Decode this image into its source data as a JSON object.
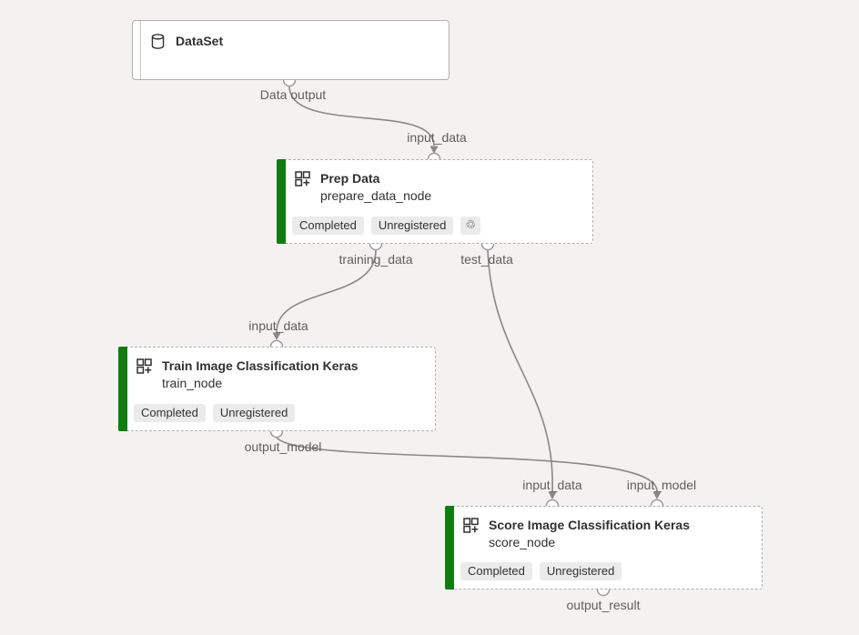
{
  "colors": {
    "background": "#f3f2f1",
    "node_background": "#ffffff",
    "node_border": "#b1afad",
    "accent_green": "#107c10",
    "badge_background": "#ebebeb",
    "text_primary": "#323130",
    "text_port_label": "#605e5c",
    "edge": "#8a8886"
  },
  "icons": {
    "recycle": "♲"
  },
  "nodes": [
    {
      "id": "dataset",
      "title": "DataSet",
      "icon": "database-icon"
    },
    {
      "id": "prep",
      "title": "Prep Data",
      "subtitle": "prepare_data_node",
      "icon": "component-icon",
      "badges": [
        "Completed",
        "Unregistered"
      ],
      "status": "Completed",
      "registration": "Unregistered",
      "reuse_icon": "recycle-icon"
    },
    {
      "id": "train",
      "title": "Train Image Classification Keras",
      "subtitle": "train_node",
      "icon": "component-icon",
      "badges": [
        "Completed",
        "Unregistered"
      ],
      "status": "Completed",
      "registration": "Unregistered"
    },
    {
      "id": "score",
      "title": "Score Image Classification Keras",
      "subtitle": "score_node",
      "icon": "component-icon",
      "badges": [
        "Completed",
        "Unregistered"
      ],
      "status": "Completed",
      "registration": "Unregistered"
    }
  ],
  "port_labels": {
    "dataset_output": "Data output",
    "prep_input": "input_data",
    "prep_output_training": "training_data",
    "prep_output_test": "test_data",
    "train_input": "input_data",
    "train_output": "output_model",
    "score_input_data": "input_data",
    "score_input_model": "input_model",
    "score_output": "output_result"
  }
}
